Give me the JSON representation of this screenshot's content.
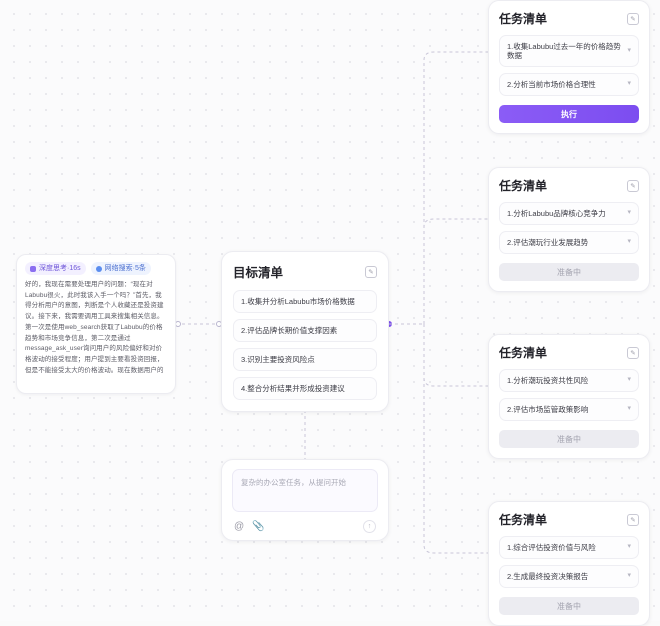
{
  "theme": {
    "accent": "#8b5cf6",
    "canvas_bg": "#fbfbfc",
    "card_bg": "#ffffff",
    "muted": "#a3a3af"
  },
  "note": {
    "badges": [
      {
        "name": "deep-think",
        "label": "深度思考·16s",
        "icon": "sparkle-icon"
      },
      {
        "name": "web-search",
        "label": "网络搜索·5条",
        "icon": "globe-icon"
      }
    ],
    "body": "好的，我现在需要处理用户的问题：“现在对Labubu很火，此时我该入手一个吗？”首先，我得分析用户的意图，判断是个人收藏还是投资建议。接下来，我需要调用工具来搜集相关信息。第一次是使用web_search获取了Labubu的价格趋势和市场竞争信息，第二次是通过message_ask_user询问用户的风险偏好和对价格波动的接受程度；用户提到主要看投资回报，但是不能接受太大的价格波动。现在数据用户的回答，我需要进一步分析最合适建议用户在此次入手Labubu进行投资，第二次搜索显示，用户需要关注价格波动，但先法律条款需求。这些信息可以整合起来，给出建议。"
  },
  "goal_card": {
    "title": "目标清单",
    "edit_icon": "edit-icon",
    "items": [
      "1.收集并分析Labubu市场价格数据",
      "2.评估品牌长期价值支撑因素",
      "3.识别主要投资风险点",
      "4.整合分析结果并形成投资建议"
    ]
  },
  "input_card": {
    "placeholder": "复杂的办公室任务，从提问开始",
    "mention_icon": "at-icon",
    "attach_icon": "paperclip-icon",
    "send_icon": "send-icon"
  },
  "task_cards": [
    {
      "title": "任务清单",
      "edit_icon": "edit-icon",
      "rows": [
        "1.收集Labubu过去一年的价格趋势数据",
        "2.分析当前市场价格合理性"
      ],
      "cta": {
        "label": "执行",
        "state": "active"
      }
    },
    {
      "title": "任务清单",
      "edit_icon": "edit-icon",
      "rows": [
        "1.分析Labubu品牌核心竞争力",
        "2.评估潮玩行业发展趋势"
      ],
      "cta": {
        "label": "准备中",
        "state": "pending"
      }
    },
    {
      "title": "任务清单",
      "edit_icon": "edit-icon",
      "rows": [
        "1.分析潮玩投资共性风险",
        "2.评估市场监管政策影响"
      ],
      "cta": {
        "label": "准备中",
        "state": "pending"
      }
    },
    {
      "title": "任务清单",
      "edit_icon": "edit-icon",
      "rows": [
        "1.综合评估投资价值与风险",
        "2.生成最终投资决策报告"
      ],
      "cta": {
        "label": "准备中",
        "state": "pending"
      }
    }
  ]
}
